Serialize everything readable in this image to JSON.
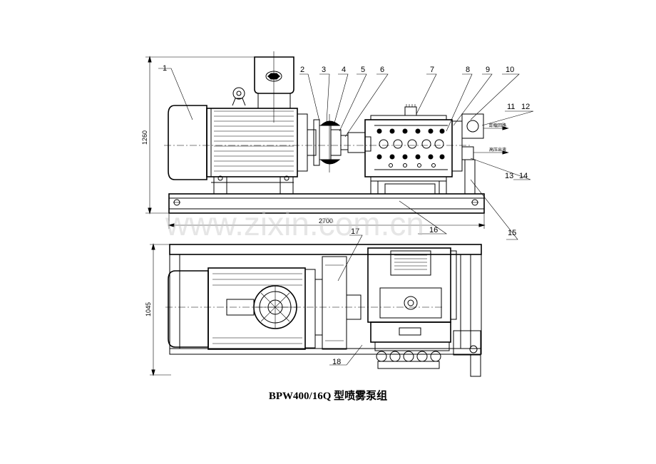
{
  "drawing": {
    "part_numbers": [
      "1",
      "2",
      "3",
      "4",
      "5",
      "6",
      "7",
      "8",
      "9",
      "10",
      "11",
      "12",
      "13",
      "14",
      "15",
      "16",
      "17",
      "18"
    ],
    "dimensions": {
      "overall_height": "1260",
      "overall_length": "2700",
      "overall_width": "1045"
    },
    "outlet_label_upper": "卸载回路",
    "outlet_label_lower": "高压出液",
    "watermark": "www.zixin.com.cn"
  },
  "caption": "BPW400/16Q 型喷雾泵组"
}
